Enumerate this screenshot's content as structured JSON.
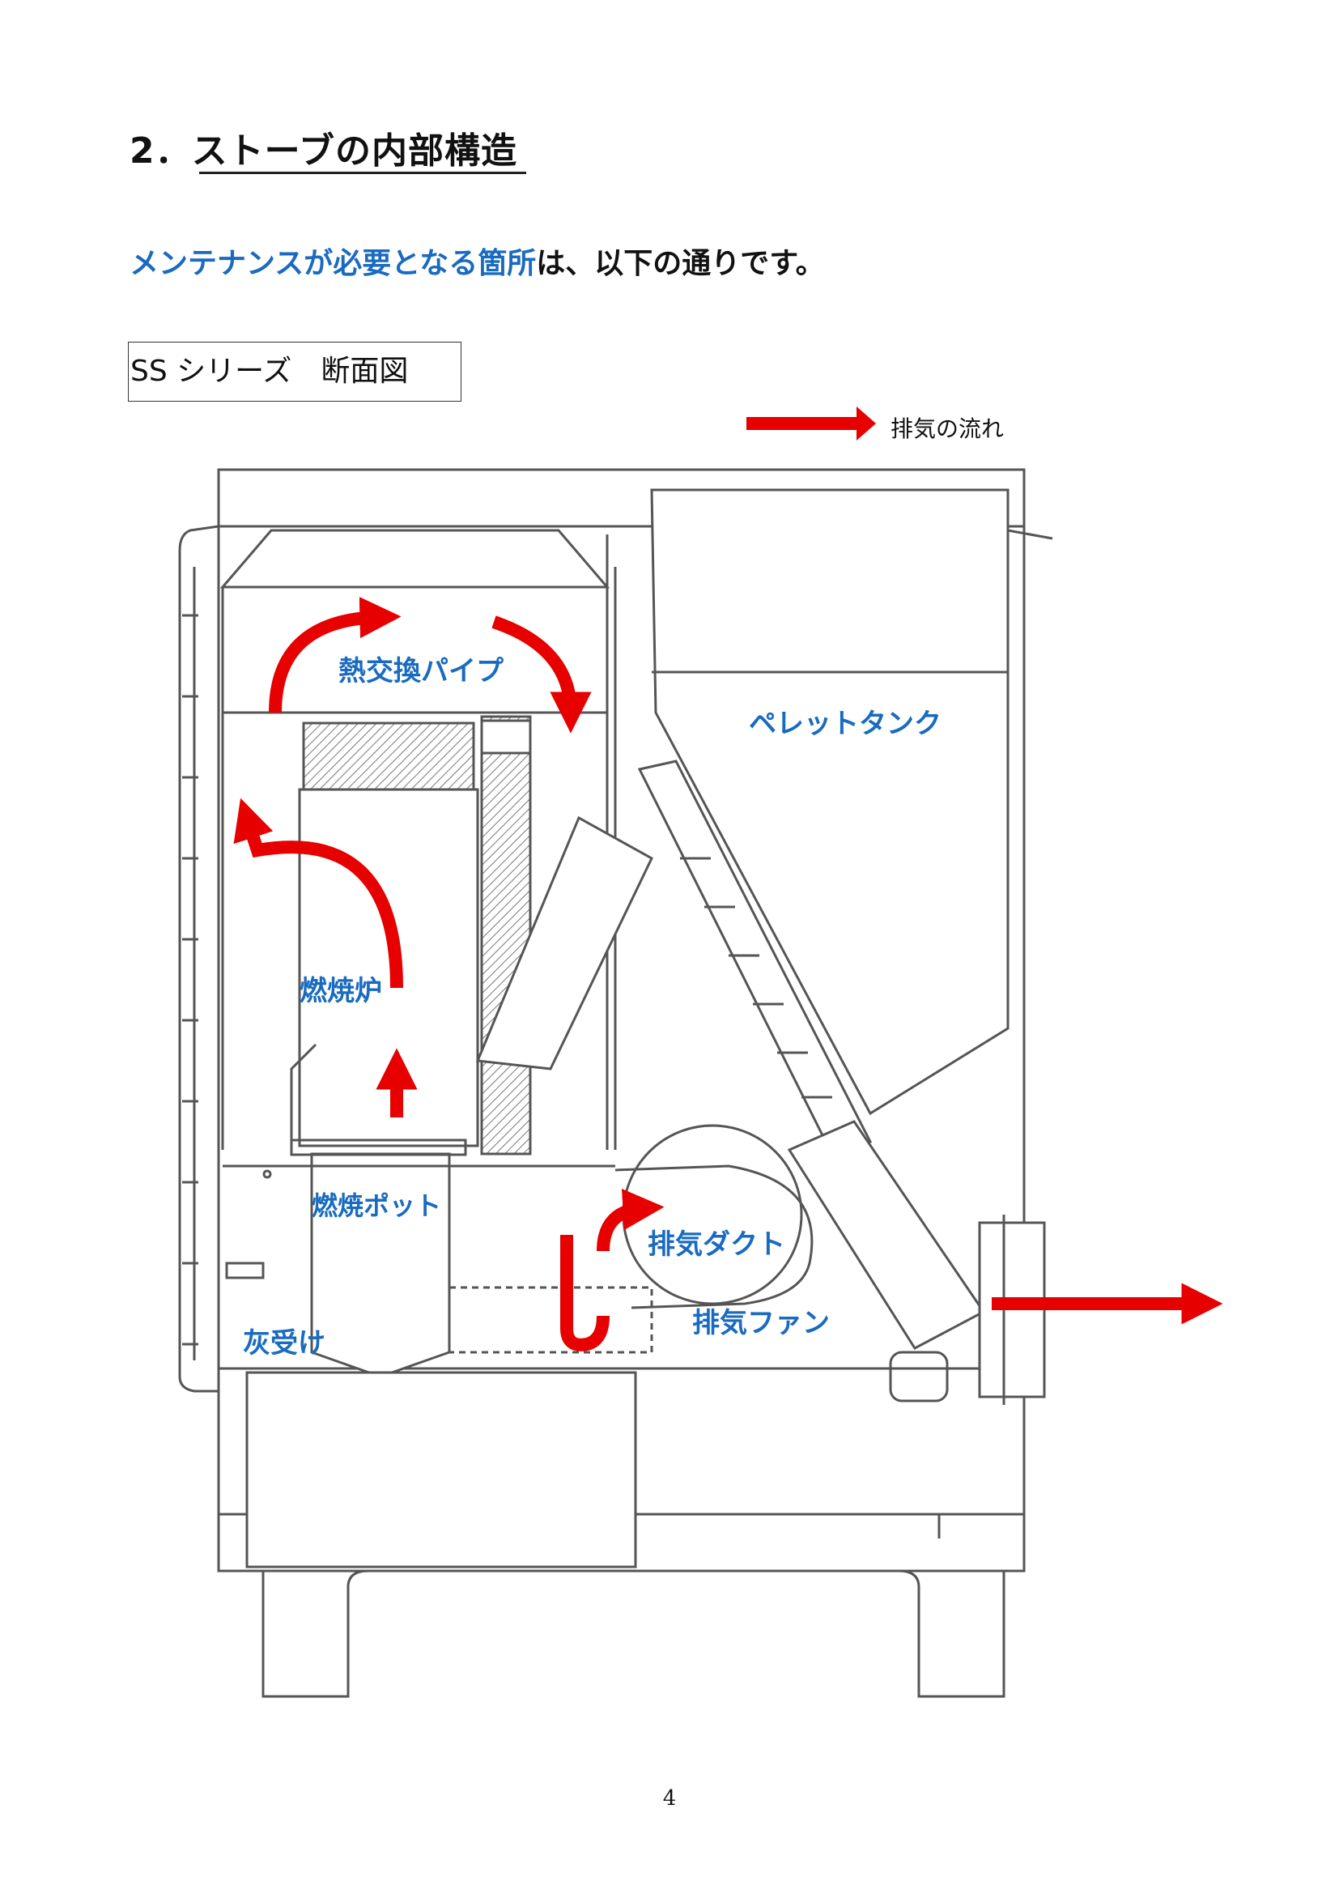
{
  "heading": {
    "number": "2．",
    "title": "ストーブの内部構造"
  },
  "subheading": {
    "highlight": "メンテナンスが必要となる箇所",
    "rest": "は、以下の通りです。"
  },
  "series_box": {
    "label": "SS シリーズ　断面図"
  },
  "legend": {
    "label": "排気の流れ",
    "arrow_color": "#e60000"
  },
  "diagram_labels": {
    "heat_exchange_pipe": "熱交換パイプ",
    "pellet_tank": "ペレットタンク",
    "combustion_furnace": "燃焼炉",
    "combustion_pot": "燃焼ポット",
    "exhaust_duct": "排気ダクト",
    "exhaust_fan": "排気ファン",
    "ash_tray": "灰受け"
  },
  "colors": {
    "label_blue": "#1a6bbf",
    "flow_red": "#e60000",
    "line_gray": "#555555"
  },
  "page_number": "4"
}
